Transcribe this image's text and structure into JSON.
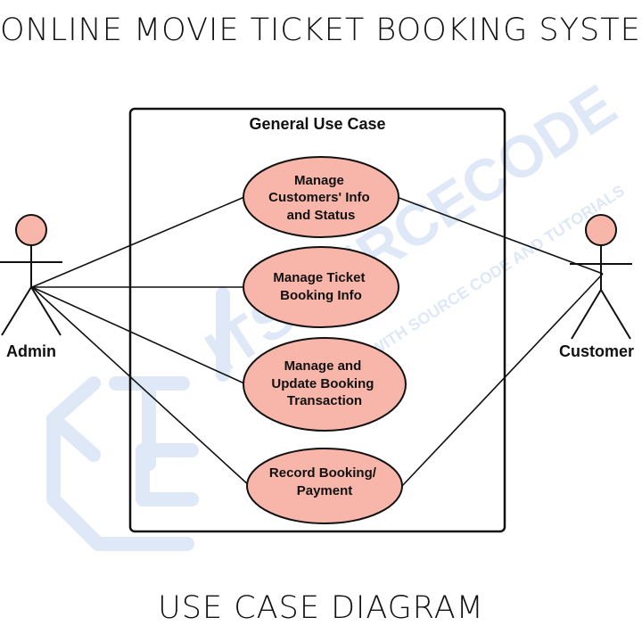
{
  "title": "ONLINE MOVIE TICKET BOOKING SYSTEM",
  "footer": "USE CASE DIAGRAM",
  "system_boundary": {
    "label": "General Use Case"
  },
  "actors": [
    {
      "id": "admin",
      "label": "Admin"
    },
    {
      "id": "customer",
      "label": "Customer"
    }
  ],
  "use_cases": [
    {
      "id": "uc1",
      "lines": [
        "Manage",
        "Customers' Info",
        "and Status"
      ]
    },
    {
      "id": "uc2",
      "lines": [
        "Manage Ticket",
        "Booking Info"
      ]
    },
    {
      "id": "uc3",
      "lines": [
        "Manage and",
        "Update Booking",
        "Transaction"
      ]
    },
    {
      "id": "uc4",
      "lines": [
        "Record Booking/",
        "Payment"
      ]
    }
  ],
  "associations": [
    {
      "actor": "admin",
      "use_case": "uc1"
    },
    {
      "actor": "admin",
      "use_case": "uc2"
    },
    {
      "actor": "admin",
      "use_case": "uc3"
    },
    {
      "actor": "admin",
      "use_case": "uc4"
    },
    {
      "actor": "customer",
      "use_case": "uc1"
    },
    {
      "actor": "customer",
      "use_case": "uc4"
    }
  ],
  "watermark": {
    "logo_text": "ITSOURCECODE",
    "tagline": "WITH SOURCE CODE AND TUTORIALS"
  },
  "colors": {
    "use_case_fill": "#f8b6aa",
    "actor_head_fill": "#f8b6aa",
    "stroke": "#111111",
    "watermark": "#dfe8f7"
  }
}
